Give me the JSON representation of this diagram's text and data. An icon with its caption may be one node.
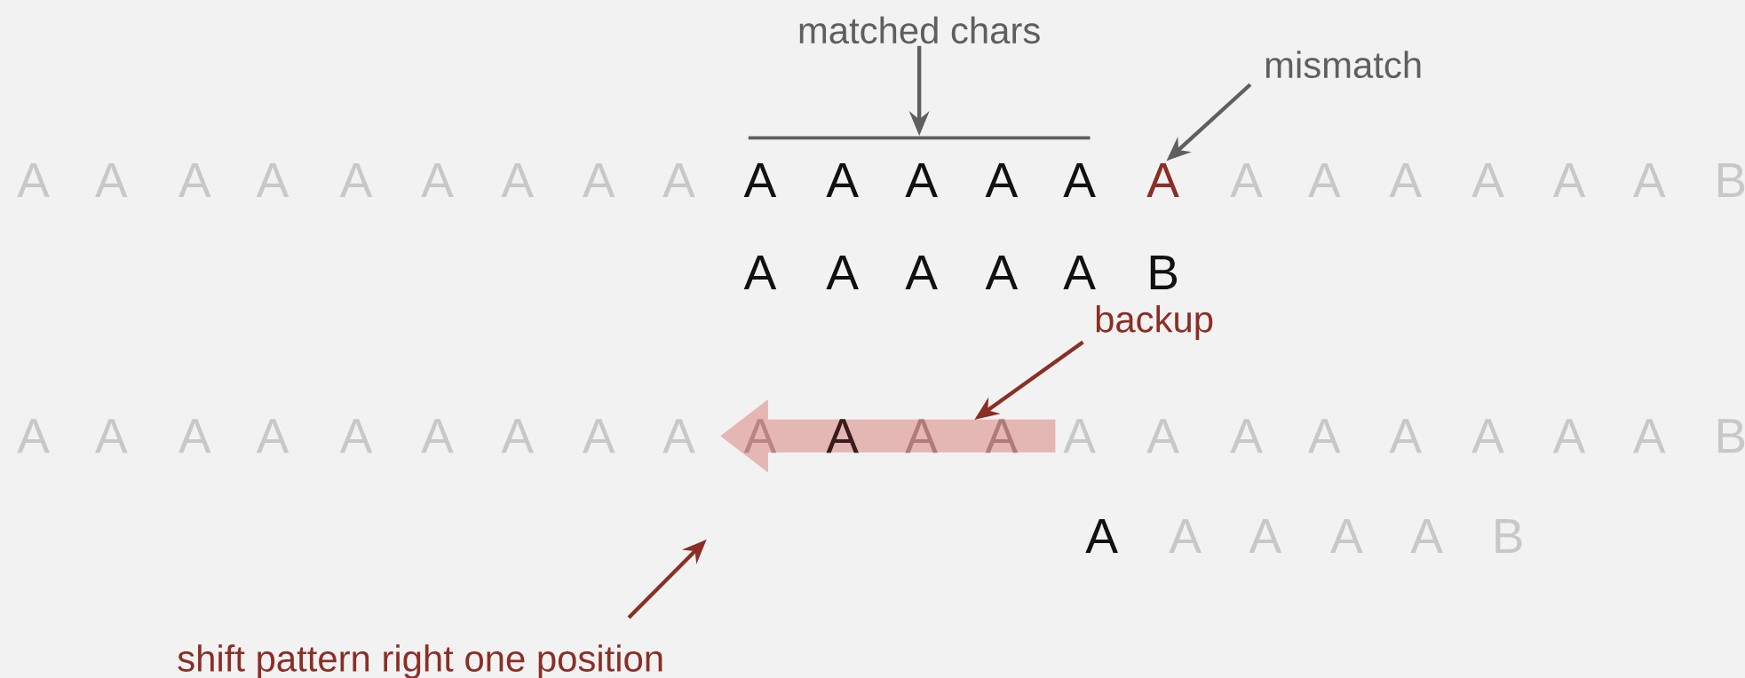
{
  "diagram": {
    "nodes": [
      {
        "text": [
          "matched chars"
        ]
      },
      {
        "text": [],
        "shape": "bar"
      },
      {
        "text": [
          "mismatch"
        ]
      },
      {
        "text": [
          "A"
        ]
      },
      {
        "text": [
          "backup"
        ]
      },
      {
        "text": [],
        "shape": "arrow"
      },
      {
        "text": [
          "shift pattern right one position"
        ]
      }
    ],
    "edges": [
      {
        "from": 0,
        "to": 1,
        "arrow": "to",
        "color": "#5f5f5f"
      },
      {
        "from": 2,
        "to": 3,
        "arrow": "to",
        "color": "#5f5f5f"
      },
      {
        "from": 4,
        "to": 5,
        "arrow": "to",
        "color": "#8b2e25"
      },
      {
        "from": 6,
        "to": null,
        "arrow": "to",
        "color": "#8b2e25"
      }
    ],
    "labels": [
      "A",
      "A",
      "A",
      "A",
      "A",
      "A",
      "A",
      "A",
      "A",
      "A",
      "A",
      "A",
      "A",
      "A",
      "A",
      "A",
      "A",
      "A",
      "A",
      "A",
      "B",
      "A",
      "A",
      "A",
      "A",
      "A",
      "B",
      "A",
      "A",
      "A",
      "A",
      "A",
      "A",
      "A",
      "A",
      "A",
      "A",
      "A",
      "A",
      "A",
      "A",
      "A",
      "A",
      "A",
      "A",
      "A",
      "A",
      "A",
      "B",
      "A",
      "A",
      "A",
      "A",
      "A",
      "B"
    ]
  }
}
